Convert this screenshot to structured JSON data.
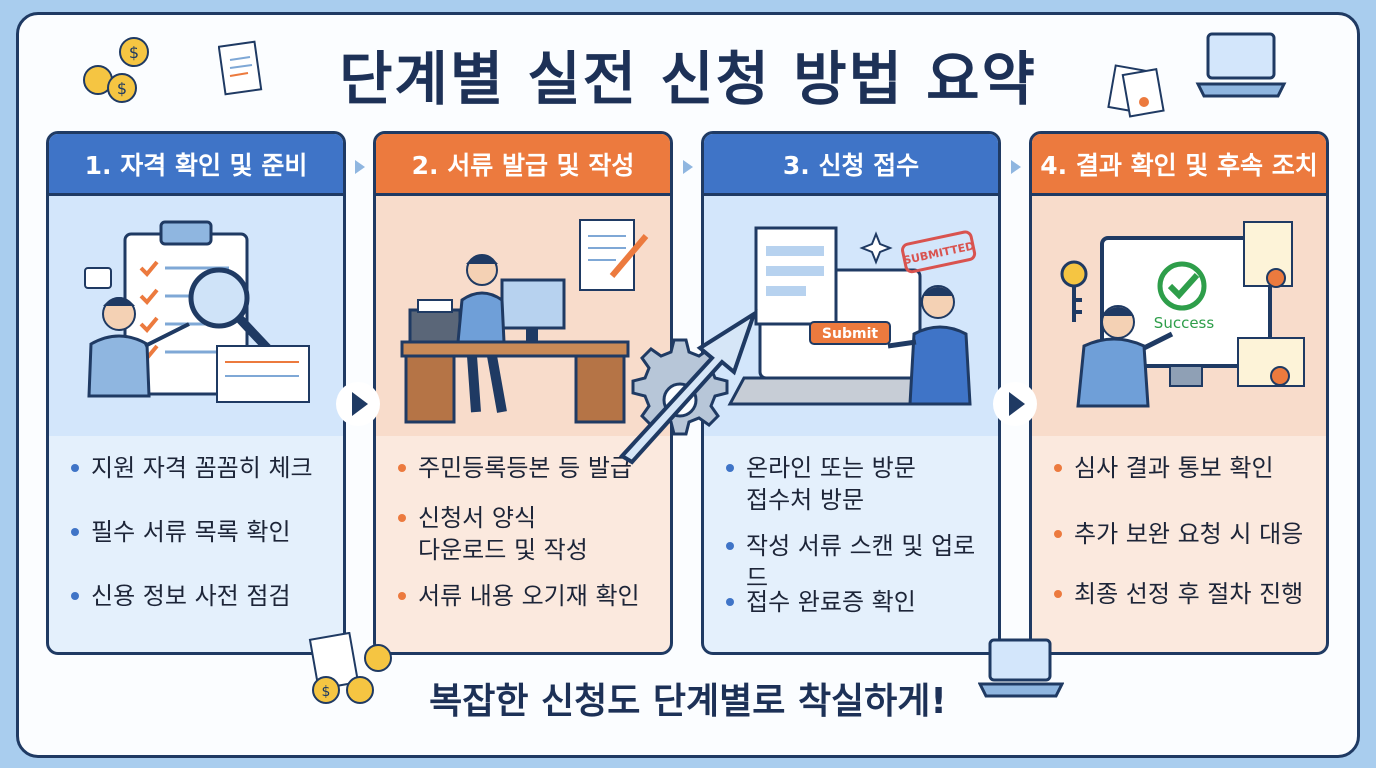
{
  "title": "단계별 실전 신청 방법 요약",
  "footer": "복잡한 신청도 단계별로 착실하게!",
  "steps": [
    {
      "header": "1. 자격 확인 및 준비",
      "theme": "blue",
      "bullets": [
        "지원 자격 꼼꼼히 체크",
        "필수 서류 목록 확인",
        "신용 정보 사전 점검"
      ]
    },
    {
      "header": "2. 서류 발급 및 작성",
      "theme": "orange",
      "bullets": [
        "주민등록등본 등 발급",
        "신청서 양식\n다운로드 및 작성",
        "서류 내용 오기재 확인"
      ]
    },
    {
      "header": "3. 신청 접수",
      "theme": "blue",
      "bullets": [
        "온라인 또는 방문\n접수처 방문",
        "작성 서류 스캔 및 업로드",
        "접수 완료증 확인"
      ]
    },
    {
      "header": "4. 결과 확인 및 후속 조치",
      "theme": "orange",
      "bullets": [
        "심사 결과 통보 확인",
        "추가 보완 요청 시 대응",
        "최종 선정 후 절차 진행"
      ]
    }
  ],
  "illustration_text": {
    "submit": "Submit",
    "submitted": "SUBMITTED",
    "success": "Success"
  },
  "colors": {
    "navy": "#1f3a63",
    "blue": "#3f74c7",
    "orange": "#ec7a3e",
    "background": "#a9cdee"
  }
}
